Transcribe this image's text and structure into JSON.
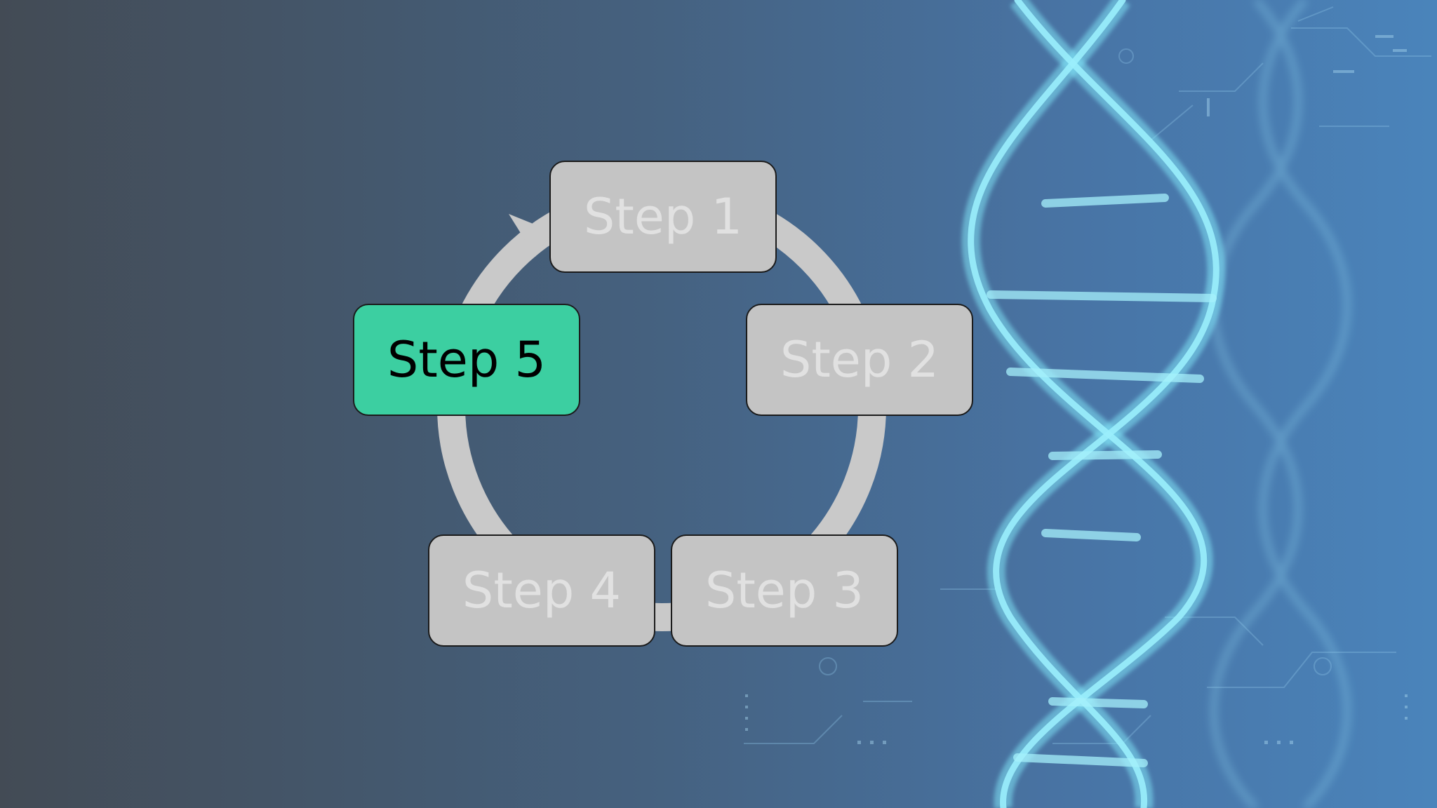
{
  "diagram": {
    "type": "cycle",
    "steps": [
      {
        "label": "Step 1",
        "active": false
      },
      {
        "label": "Step 2",
        "active": false
      },
      {
        "label": "Step 3",
        "active": false
      },
      {
        "label": "Step 4",
        "active": false
      },
      {
        "label": "Step 5",
        "active": true
      }
    ]
  },
  "colors": {
    "background_left": "#434d58",
    "background_right": "#4a82b8",
    "ring": "#c9c9c9",
    "box_inactive": "#c4c4c4",
    "text_inactive": "#e1e1e1",
    "box_active": "#3ccfa1",
    "text_active": "#000000",
    "helix": "#7fe3f5"
  },
  "background": {
    "image": "dna-double-helix"
  }
}
